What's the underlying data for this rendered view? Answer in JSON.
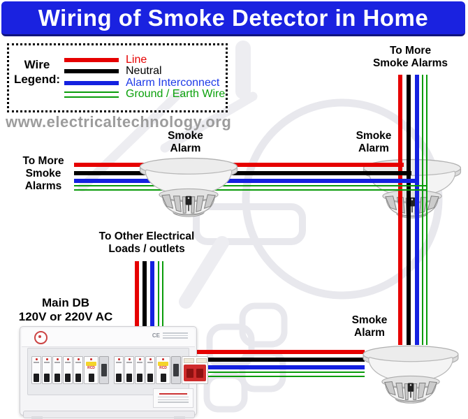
{
  "title": "Wiring of Smoke Detector in Home",
  "title_bg_color": "#1a22e0",
  "watermark": "www.electricaltechnology.org",
  "legend": {
    "title_lines": [
      "Wire",
      "Legend:"
    ],
    "items": [
      {
        "label": "Line",
        "color": "#e60000",
        "style": "solid"
      },
      {
        "label": "Neutral",
        "color": "#000000",
        "style": "solid"
      },
      {
        "label": "Alarm Interconnect",
        "color": "#1e3ae8",
        "style": "solid"
      },
      {
        "label": "Ground / Earth Wire",
        "color": "#0aa00a",
        "style": "double"
      }
    ]
  },
  "wire_colors": {
    "line": "#e60000",
    "neutral": "#000000",
    "alarm_interconnect": "#1421e0",
    "ground": "#0a9c0a"
  },
  "labels": {
    "to_more_left": {
      "line1": "To More",
      "line2": "Smoke",
      "line3": "Alarms"
    },
    "to_more_top_right": {
      "line1": "To More",
      "line2": "Smoke Alarms"
    },
    "alarm_top": {
      "line1": "Smoke",
      "line2": "Alarm"
    },
    "alarm_right": {
      "line1": "Smoke",
      "line2": "Alarm"
    },
    "alarm_bottom": {
      "line1": "Smoke",
      "line2": "Alarm"
    },
    "loads": {
      "line1": "To Other Electrical",
      "line2": "Loads / outlets"
    },
    "main_db": {
      "line1": "Main DB",
      "line2": "120V or 220V AC"
    }
  },
  "db": {
    "rcd_label": "RCD",
    "ce_mark": "CE"
  }
}
